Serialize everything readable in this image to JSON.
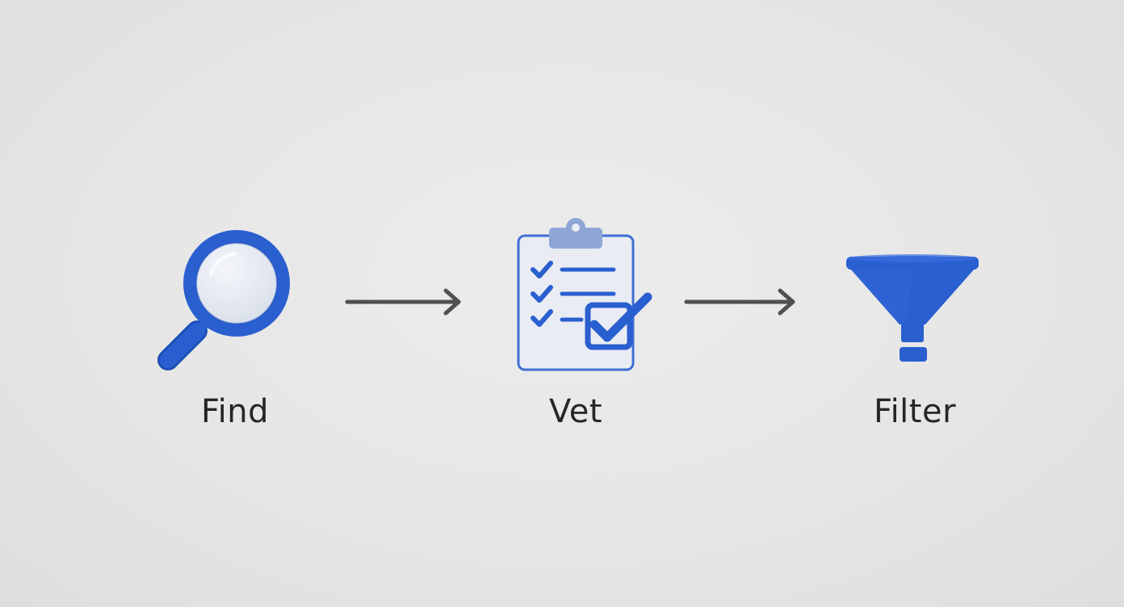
{
  "steps": [
    {
      "label": "Find",
      "icon": "magnifying-glass-icon"
    },
    {
      "label": "Vet",
      "icon": "clipboard-checklist-icon"
    },
    {
      "label": "Filter",
      "icon": "funnel-icon"
    }
  ],
  "connectors": [
    "arrow-right-icon",
    "arrow-right-icon"
  ],
  "colors": {
    "accent": "#2a5fd0",
    "accent_dark": "#1f4fb8",
    "lens": "#dfe5ee",
    "clip": "#8ea6d6",
    "paper": "#e9ecf3",
    "arrow": "#505050",
    "text": "#262626",
    "background": "#e8e8e8"
  }
}
